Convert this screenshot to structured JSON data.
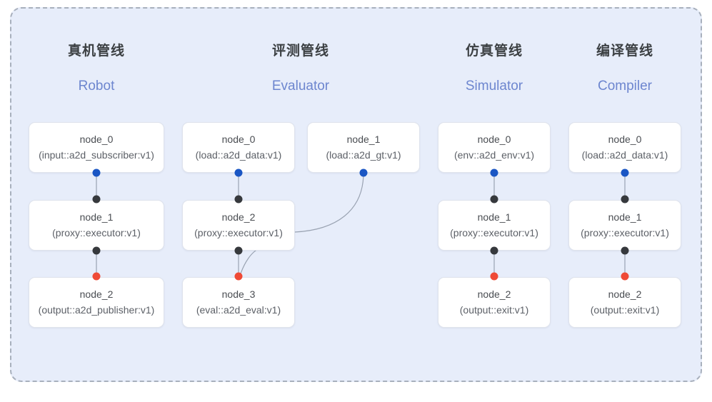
{
  "diagram": {
    "title_cn_all": [
      "真机管线",
      "评测管线",
      "仿真管线",
      "编译管线"
    ],
    "frame_style": "dashed",
    "background_color": "#e7edfa",
    "frame_border_color": "#a8b0bd"
  },
  "colors": {
    "header_cn": "#3c4043",
    "header_en": "#6d86cf",
    "node_border": "#dfe3ec",
    "node_bg": "#ffffff",
    "port_out_blue": "#1a56c4",
    "port_in_black": "#36393d",
    "port_terminal_red": "#ef4a36",
    "edge_line": "#9aa3b2"
  },
  "columns": [
    {
      "cn": "真机管线",
      "en": "Robot",
      "nodes": [
        {
          "name": "node_0",
          "spec": "(input::a2d_subscriber:v1)"
        },
        {
          "name": "node_1",
          "spec": "(proxy::executor:v1)"
        },
        {
          "name": "node_2",
          "spec": "(output::a2d_publisher:v1)"
        }
      ]
    },
    {
      "cn": "评测管线",
      "en": "Evaluator",
      "nodes": [
        {
          "name": "node_0",
          "spec": "(load::a2d_data:v1)"
        },
        {
          "name": "node_1",
          "spec": "(load::a2d_gt:v1)"
        },
        {
          "name": "node_2",
          "spec": "(proxy::executor:v1)"
        },
        {
          "name": "node_3",
          "spec": "(eval::a2d_eval:v1)"
        }
      ]
    },
    {
      "cn": "仿真管线",
      "en": "Simulator",
      "nodes": [
        {
          "name": "node_0",
          "spec": "(env::a2d_env:v1)"
        },
        {
          "name": "node_1",
          "spec": "(proxy::executor:v1)"
        },
        {
          "name": "node_2",
          "spec": "(output::exit:v1)"
        }
      ]
    },
    {
      "cn": "编译管线",
      "en": "Compiler",
      "nodes": [
        {
          "name": "node_0",
          "spec": "(load::a2d_data:v1)"
        },
        {
          "name": "node_1",
          "spec": "(proxy::executor:v1)"
        },
        {
          "name": "node_2",
          "spec": "(output::exit:v1)"
        }
      ]
    }
  ]
}
